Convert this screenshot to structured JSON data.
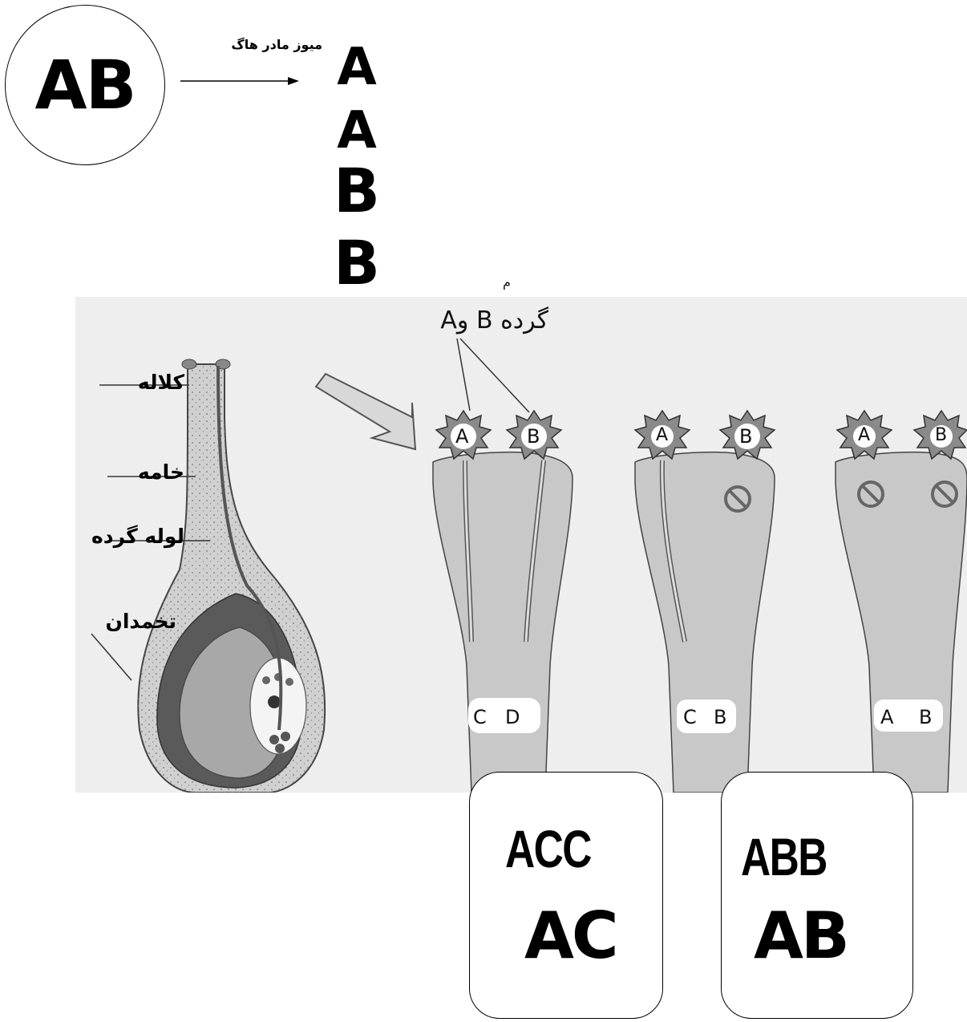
{
  "parent": {
    "genotype": "AB"
  },
  "meiosis": {
    "label": "میوز مادر هاگ"
  },
  "spores": [
    "A",
    "A",
    "B",
    "B"
  ],
  "pollen_note": {
    "small_mark": "م",
    "label": "گرده B وA"
  },
  "pistil_parts": {
    "stigma": "کلاله",
    "style": "خامه",
    "pollen_tube": "لوله گرده",
    "ovary": "تخمدان"
  },
  "pollen_grains": [
    "A",
    "B"
  ],
  "scenarios": [
    {
      "grains": [
        "A",
        "B"
      ],
      "style_genotype": [
        "C",
        "D"
      ]
    },
    {
      "grains": [
        "A",
        "B"
      ],
      "style_genotype": [
        "C",
        "B"
      ]
    },
    {
      "grains": [
        "A",
        "B"
      ],
      "style_genotype": [
        "A",
        "B"
      ]
    }
  ],
  "results": [
    {
      "endosperm": "ACC",
      "embryo": "AC"
    },
    {
      "endosperm": "ABB",
      "embryo": "AB"
    }
  ],
  "colors": {
    "photo_bg": "#eeeeee",
    "style_fill": "#c8c8c8",
    "ovary_fill": "#bdbdbd",
    "ink": "#000000"
  }
}
